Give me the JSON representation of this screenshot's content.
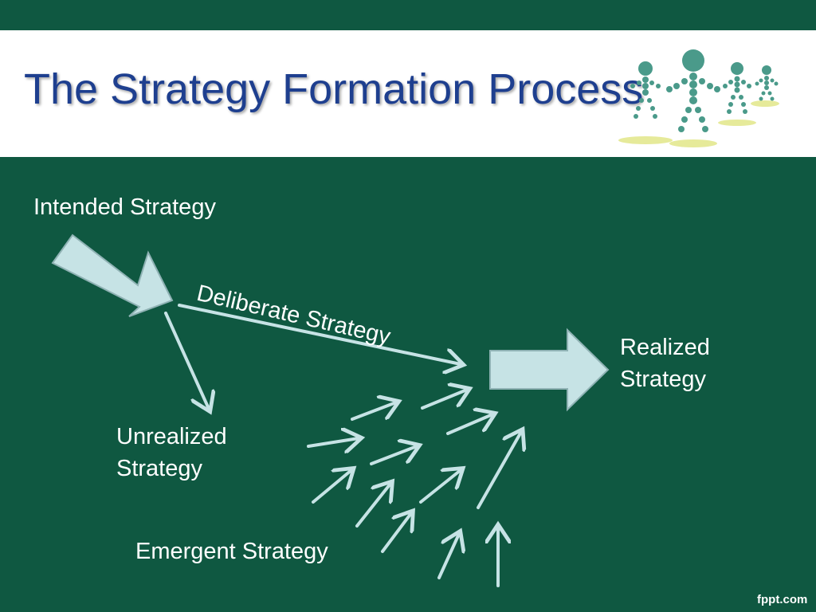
{
  "slide": {
    "title": "The Strategy Formation Process",
    "footer": "fppt.com"
  },
  "labels": {
    "intended": "Intended Strategy",
    "deliberate": "Deliberate Strategy",
    "realized_line1": "Realized",
    "realized_line2": "Strategy",
    "unrealized_line1": "Unrealized",
    "unrealized_line2": "Strategy",
    "emergent": "Emergent Strategy"
  },
  "colors": {
    "background": "#0f5841",
    "title_text": "#1e3f8f",
    "arrow_fill": "#c6e3e5",
    "label_text": "#ffffff"
  }
}
